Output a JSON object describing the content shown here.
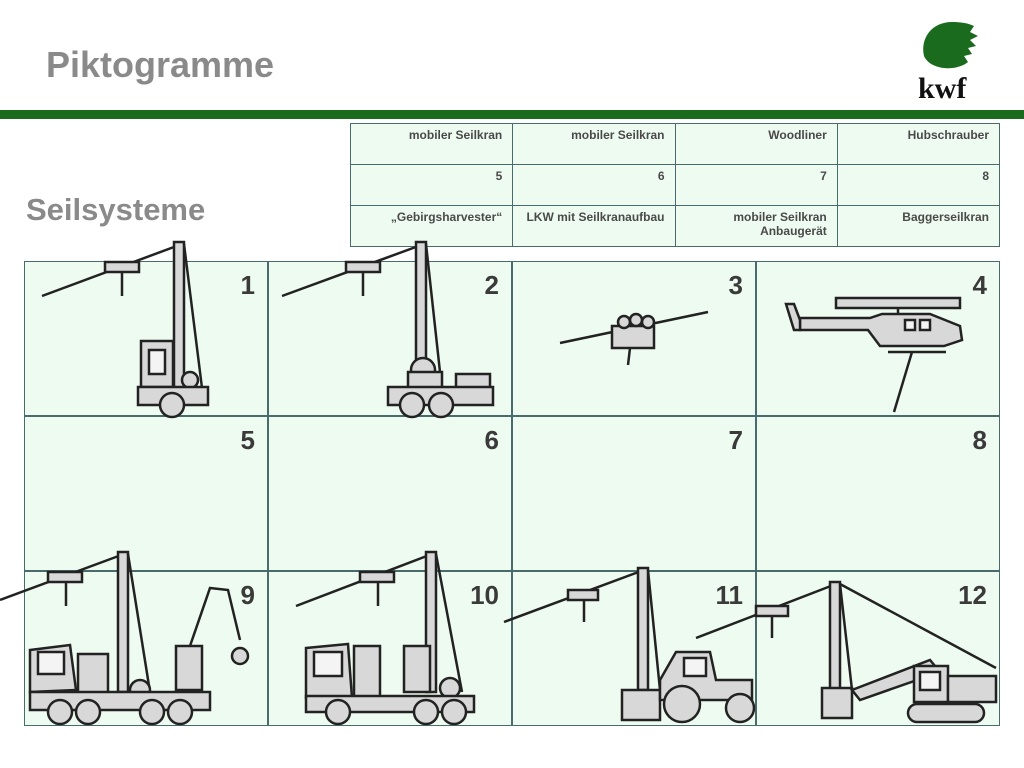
{
  "header": {
    "title": "Piktogramme",
    "logo_text": "kwf"
  },
  "section": {
    "subtitle": "Seilsysteme"
  },
  "legend": {
    "rows": [
      [
        "mobiler Seilkran",
        "mobiler Seilkran",
        "Woodliner",
        "Hubschrauber"
      ],
      [
        "5",
        "6",
        "7",
        "8"
      ],
      [
        "„Gebirgsharvester“",
        "LKW mit Seilkranaufbau",
        "mobiler Seilkran Anbaugerät",
        "Baggerseilkran"
      ]
    ]
  },
  "cells": [
    "1",
    "2",
    "3",
    "4",
    "5",
    "6",
    "7",
    "8",
    "9",
    "10",
    "11",
    "12"
  ],
  "colors": {
    "brand_green": "#1b6b1e",
    "cell_bg": "#eefbf0",
    "title_gray": "#8a8a8a",
    "machine_fill": "#d8d8d8"
  },
  "icons": [
    "trailer-crane-icon",
    "wagon-crane-icon",
    "woodliner-icon",
    "helicopter-icon",
    "harvester-crane-truck-icon",
    "truck-crane-icon",
    "tractor-crane-icon",
    "excavator-crane-icon"
  ]
}
